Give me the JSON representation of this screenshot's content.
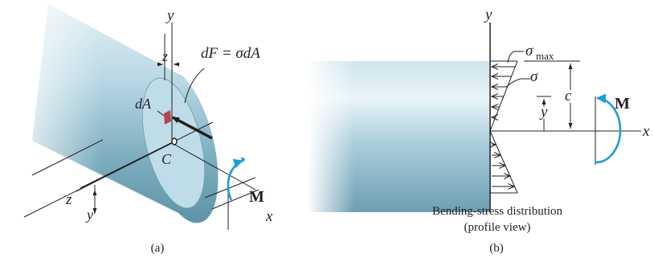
{
  "panel_a": {
    "labels": {
      "y": "y",
      "z_top": "z",
      "force": "dF = σdA",
      "area": "dA",
      "centroid": "C",
      "y_offset": "y",
      "moment": "M",
      "z_axis": "z",
      "x_axis": "x"
    },
    "caption": "(a)"
  },
  "panel_b": {
    "labels": {
      "y_axis": "y",
      "sigma_max": "σ",
      "sigma_max_sub": "max",
      "sigma": "σ",
      "y_dim": "y",
      "c_dim": "c",
      "moment": "M",
      "x_axis": "x"
    },
    "description_line1": "Bending-stress distribution",
    "description_line2": "(profile view)",
    "caption": "(b)"
  },
  "colors": {
    "beam_light": "#e8f3f7",
    "beam_mid": "#a9cfdd",
    "beam_dark": "#6a9fb4",
    "end_face": "#bfdde8",
    "moment_arrow": "#1e9bd7",
    "element_dA": "#b5464c",
    "line": "#231f20"
  }
}
